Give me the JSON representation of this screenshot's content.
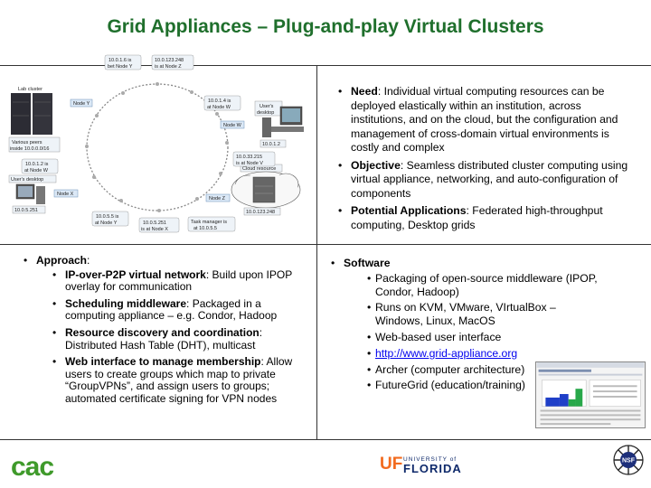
{
  "title": "Grid Appliances – Plug-and-play Virtual Clusters",
  "diagram": {
    "lab_cluster": "Lab cluster",
    "various_peers": "Various peers",
    "inside_lan": "inside 10.0.0.0/16",
    "users_desktop_left": "User's desktop",
    "ip_left": "10.0.5.251",
    "users_desktop_right_1": "User's",
    "users_desktop_right_2": "desktop",
    "ip_right": "10.0.1.2",
    "cloud_resource": "Cloud resource",
    "ip_cloud": "10.0.123.248",
    "node_y": "Node Y",
    "node_w": "Node W",
    "node_x": "Node X",
    "node_z": "Node Z",
    "callout_1a": "10.0.1.6 is",
    "callout_1b": "bet Node Y",
    "callout_2a": "10.0.123.248",
    "callout_2b": "is at Node Z",
    "callout_3a": "10.0.1.4 is",
    "callout_3b": "at Node W",
    "callout_4a": "10.0.1.2 is",
    "callout_4b": "at Node W",
    "callout_5a": "10.0.33.215",
    "callout_5b": "is at Node V",
    "callout_6a": "10.0.5.5 is",
    "callout_6b": "at Node Y",
    "callout_7a": "10.0.5.251",
    "callout_7b": "is at Node X",
    "callout_8a": "Task manager is",
    "callout_8b": "at 10.0.5.5"
  },
  "top_right": {
    "items": [
      {
        "label": "Need",
        "text": ": Individual virtual computing resources can be deployed elastically within an institution, across institutions, and on the cloud, but the configuration and management of cross-domain virtual environments is costly and complex"
      },
      {
        "label": "Objective",
        "text": ": Seamless distributed cluster computing using virtual appliance, networking, and auto-configuration of components"
      },
      {
        "label": "Potential Applications",
        "text": ": Federated high-throughput computing, Desktop grids"
      }
    ]
  },
  "approach": {
    "label": "Approach",
    "suffix": ":",
    "items": [
      {
        "label": "IP-over-P2P virtual network",
        "text": ": Build upon IPOP overlay for communication"
      },
      {
        "label": "Scheduling middleware",
        "text": ": Packaged in a computing appliance – e.g. Condor, Hadoop"
      },
      {
        "label": "Resource discovery and coordination",
        "text": ": Distributed Hash Table (DHT), multicast"
      },
      {
        "label": "Web interface to manage membership",
        "text": ": Allow users to create groups which map to private “GroupVPNs”, and assign users to groups; automated certificate signing for VPN nodes"
      }
    ]
  },
  "software": {
    "label": "Software",
    "items": [
      "Packaging of open-source middleware (IPOP, Condor, Hadoop)",
      "Runs on KVM, VMware, VIrtualBox – Windows, Linux, MacOS",
      "Web-based user interface"
    ],
    "link": "http://www.grid-appliance.org",
    "items_after": [
      "Archer (computer architecture)",
      "FutureGrid (education/training)"
    ]
  },
  "footer": {
    "cac": "cac",
    "uf_mark": "UF",
    "uf_small": "UNIVERSITY of",
    "uf_big": "FLORIDA",
    "nsf": "NSF"
  },
  "colors": {
    "title": "#1f6f2c",
    "cac": "#3f9a2b",
    "uf_orange": "#f26b1f",
    "uf_blue": "#0f2a6b",
    "link": "#0000ee"
  }
}
